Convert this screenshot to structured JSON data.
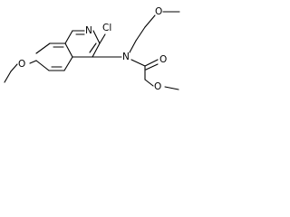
{
  "molecule": {
    "atoms": {
      "nitrogen_ring": "N",
      "chlorine": "Cl",
      "nitrogen_amide": "N",
      "oxygen_ethoxy": "O",
      "oxygen_methoxyethyl": "O",
      "oxygen_carbonyl": "O",
      "oxygen_methoxy": "O"
    }
  }
}
